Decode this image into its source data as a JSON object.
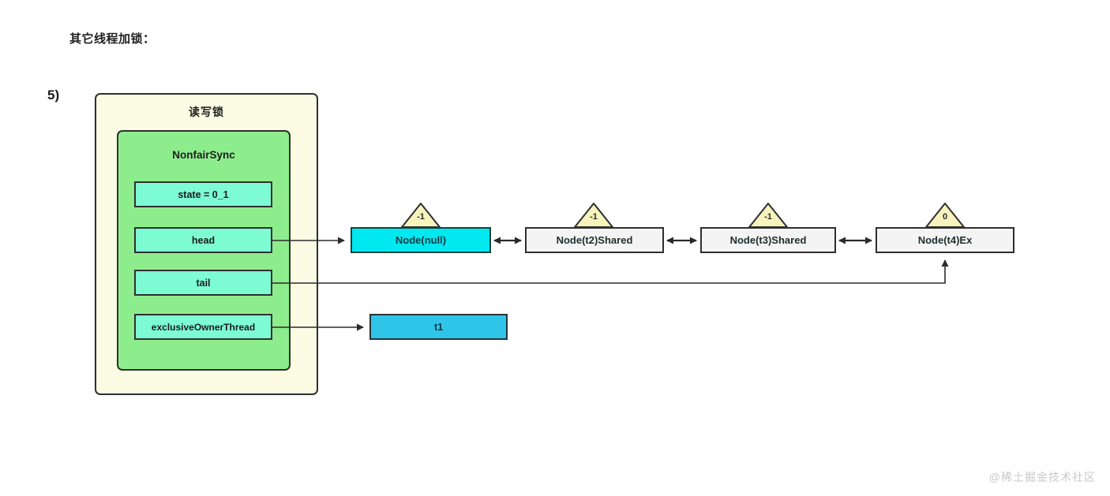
{
  "heading": "其它线程加锁：",
  "step_number": "5)",
  "lock": {
    "title": "读写锁",
    "sync": {
      "title": "NonfairSync",
      "fields": [
        {
          "name": "state",
          "label": "state = 0_1"
        },
        {
          "name": "head",
          "label": "head"
        },
        {
          "name": "tail",
          "label": "tail"
        },
        {
          "name": "owner",
          "label": "exclusiveOwnerThread"
        }
      ]
    }
  },
  "owner_thread": {
    "label": "t1"
  },
  "queue": {
    "nodes": [
      {
        "label": "Node(null)",
        "wait_status": "-1",
        "highlighted": true
      },
      {
        "label": "Node(t2)Shared",
        "wait_status": "-1",
        "highlighted": false
      },
      {
        "label": "Node(t3)Shared",
        "wait_status": "-1",
        "highlighted": false
      },
      {
        "label": "Node(t4)Ex",
        "wait_status": "0",
        "highlighted": false
      }
    ]
  },
  "watermark": "@稀土掘金技术社区",
  "colors": {
    "outer_box": "#fcfce4",
    "sync_box": "#8ded8d",
    "field_box": "#7dfcd4",
    "head_node": "#00e8f0",
    "node": "#f4f4f4",
    "thread_box": "#2fc5e8",
    "triangle": "#f7f3bd",
    "stroke": "#2f2f2f"
  }
}
